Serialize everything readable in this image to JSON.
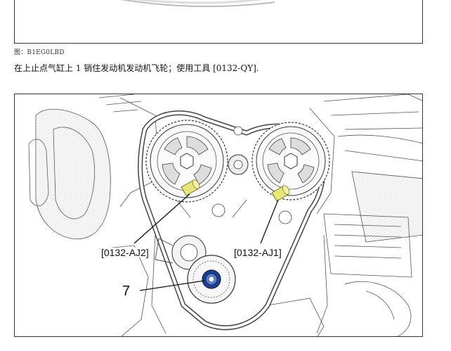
{
  "top_figure": {
    "caption": "图：B1EG0LBD"
  },
  "instruction": {
    "text": "在上止点气缸上  1 销住发动机发动机飞轮；使用工具  [0132-QY]."
  },
  "main_figure": {
    "callouts": {
      "tool_aj2": "[0132-AJ2]",
      "tool_aj1": "[0132-AJ1]",
      "item_7": "7"
    },
    "colors": {
      "pin": "#e6e67a",
      "seal": "#1f3f8f"
    }
  }
}
